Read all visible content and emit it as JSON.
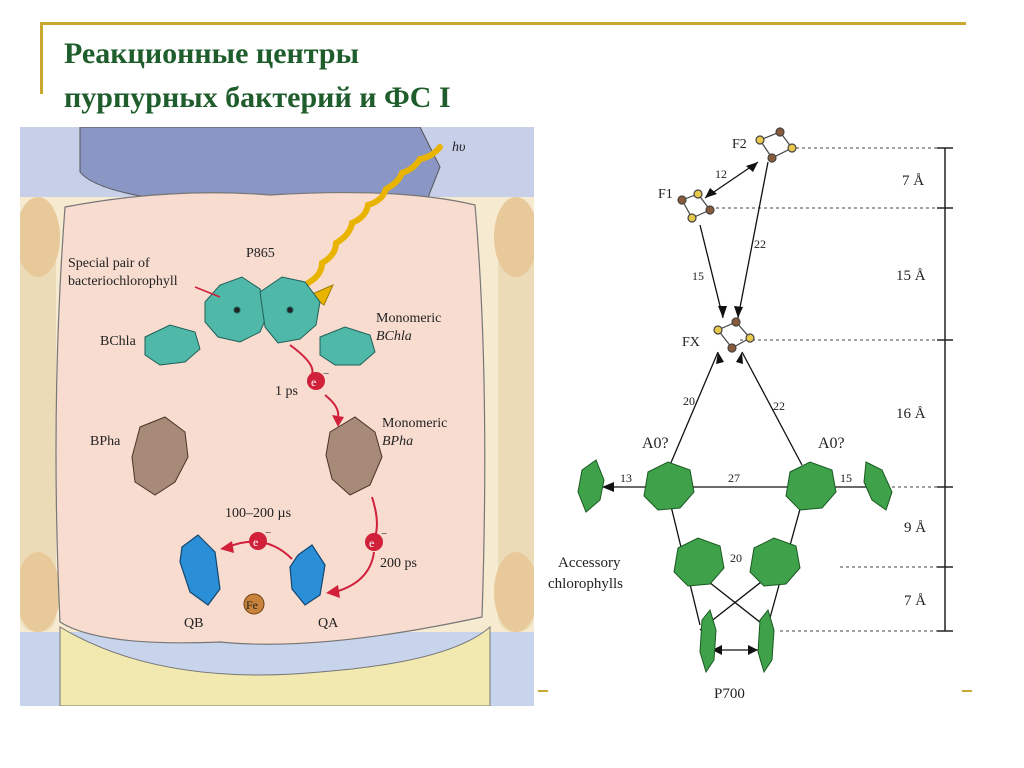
{
  "slide": {
    "title": "Реакционные центры\nпурпурных бактерий и ФС I"
  },
  "left_figure": {
    "hv": "hυ",
    "p865": "P865",
    "special_pair_1": "Special pair of",
    "special_pair_2": "bacteriochlorophyll",
    "bchla": "BChla",
    "mono_bchla_1": "Monomeric",
    "mono_bchla_2": "BChla",
    "one_ps": "1 ps",
    "e_minus": "e",
    "bpha": "BPha",
    "mono_bpha_1": "Monomeric",
    "mono_bpha_2": "BPha",
    "us_time": "100–200 µs",
    "ps200": "200 ps",
    "qb": "QB",
    "qa": "QA",
    "fe": "Fe"
  },
  "right_figure": {
    "f2": "F2",
    "f1": "F1",
    "fx": "FX",
    "a0_left": "A0?",
    "a0_right": "A0?",
    "accessory_1": "Accessory",
    "accessory_2": "chlorophylls",
    "p700": "P700",
    "dist_12": "12",
    "dist_15a": "15",
    "dist_22a": "22",
    "dist_20a": "20",
    "dist_22b": "22",
    "dist_13": "13",
    "dist_27": "27",
    "dist_15b": "15",
    "dist_20b": "20",
    "scale": [
      "7 Å",
      "15 Å",
      "16 Å",
      "9 Å",
      "7 Å"
    ]
  }
}
